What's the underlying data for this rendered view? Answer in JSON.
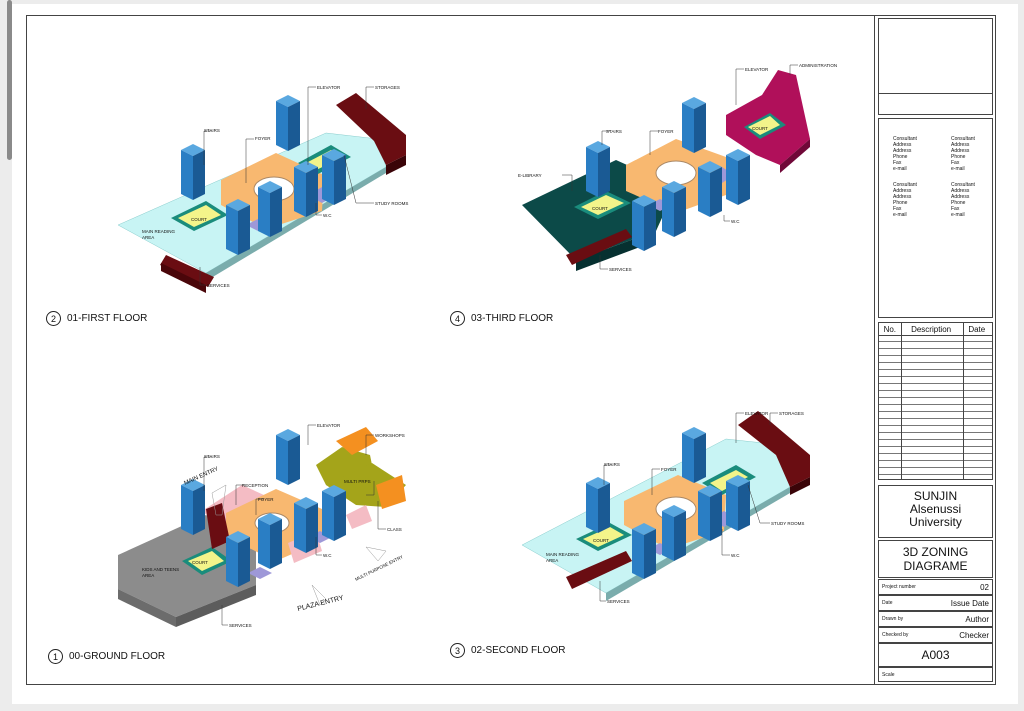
{
  "views": [
    {
      "number": "2",
      "title": "01-FIRST FLOOR",
      "labels": {
        "stairs": "STAIRS",
        "foyer": "FOYER",
        "elevator": "ELEVATOR",
        "storages": "STORAGES",
        "court": "COURT",
        "study": "STUDY ROOMS",
        "wc": "W.C",
        "reading": "MAIN READING",
        "area": "AREA",
        "services": "SERVICES"
      }
    },
    {
      "number": "4",
      "title": "03-THIRD FLOOR",
      "labels": {
        "elevator": "ELEVATOR",
        "admin": "ADMINISTRATION",
        "stairs": "STAIRS",
        "foyer": "FOYER",
        "elibrary": "E-LIBRARY",
        "court": "COURT",
        "court2": "COURT",
        "wc": "W.C",
        "services": "SERVICES"
      }
    },
    {
      "number": "1",
      "title": "00-GROUND FLOOR",
      "labels": {
        "elevator": "ELEVATOR",
        "workshops": "WORKSHOPS",
        "stairs": "STAIRS",
        "mainentry": "MAIN ENTRY",
        "reception": "RECEPTION",
        "foyer": "FOYER",
        "multi": "MULTI PRPS",
        "class": "CLASS",
        "wc": "W.C",
        "multientry": "MULTI PURPOSE ENTRY",
        "kids": "KIDS AND TEENS",
        "area": "AREA",
        "court": "COURT",
        "services": "SERVICES",
        "plaza": "PLAZA ENTRY"
      }
    },
    {
      "number": "3",
      "title": "02-SECOND FLOOR",
      "labels": {
        "elevator": "ELEVATOR",
        "storages": "STORAGES",
        "stairs": "STAIRS",
        "foyer": "FOYER",
        "study": "STUDY ROOMS",
        "reading": "MAIN READING",
        "area": "AREA",
        "court": "COURT",
        "wc": "W.C",
        "services": "SERVICES"
      }
    }
  ],
  "consultants": [
    [
      "Consultant",
      "Address",
      "Address",
      "Phone",
      "Fax",
      "e-mail"
    ],
    [
      "Consultant",
      "Address",
      "Address",
      "Phone",
      "Fax",
      "e-mail"
    ],
    [
      "Consultant",
      "Address",
      "Address",
      "Phone",
      "Fax",
      "e-mail"
    ],
    [
      "Consultant",
      "Address",
      "Address",
      "Phone",
      "Fax",
      "e-mail"
    ]
  ],
  "revisions": {
    "no": "No.",
    "description": "Description",
    "date": "Date"
  },
  "titleblock": {
    "university": [
      "SUNJIN",
      "Alsenussi",
      "University"
    ],
    "diagram": [
      "3D ZONING",
      "DIAGRAME"
    ],
    "rows": [
      {
        "label": "Project number",
        "value": "02"
      },
      {
        "label": "Date",
        "value": "Issue Date"
      },
      {
        "label": "Drawn by",
        "value": "Author"
      },
      {
        "label": "Checked by",
        "value": "Checker"
      }
    ],
    "sheet": "A003",
    "scale_label": "Scale"
  },
  "colors": {
    "reading": "#c8f4f4",
    "foyer": "#f8b870",
    "court": "#f3f48a",
    "courtborder": "#1a8c7c",
    "stairs": "#2a7ec4",
    "service": "#6a0d12",
    "wc": "#9e98d8",
    "admin": "#b0105a",
    "elibrary": "#0c4a48",
    "workshop": "#f49020",
    "multi": "#a4a41a",
    "reception": "#f4bcc4",
    "kids": "#8c8c8c"
  }
}
